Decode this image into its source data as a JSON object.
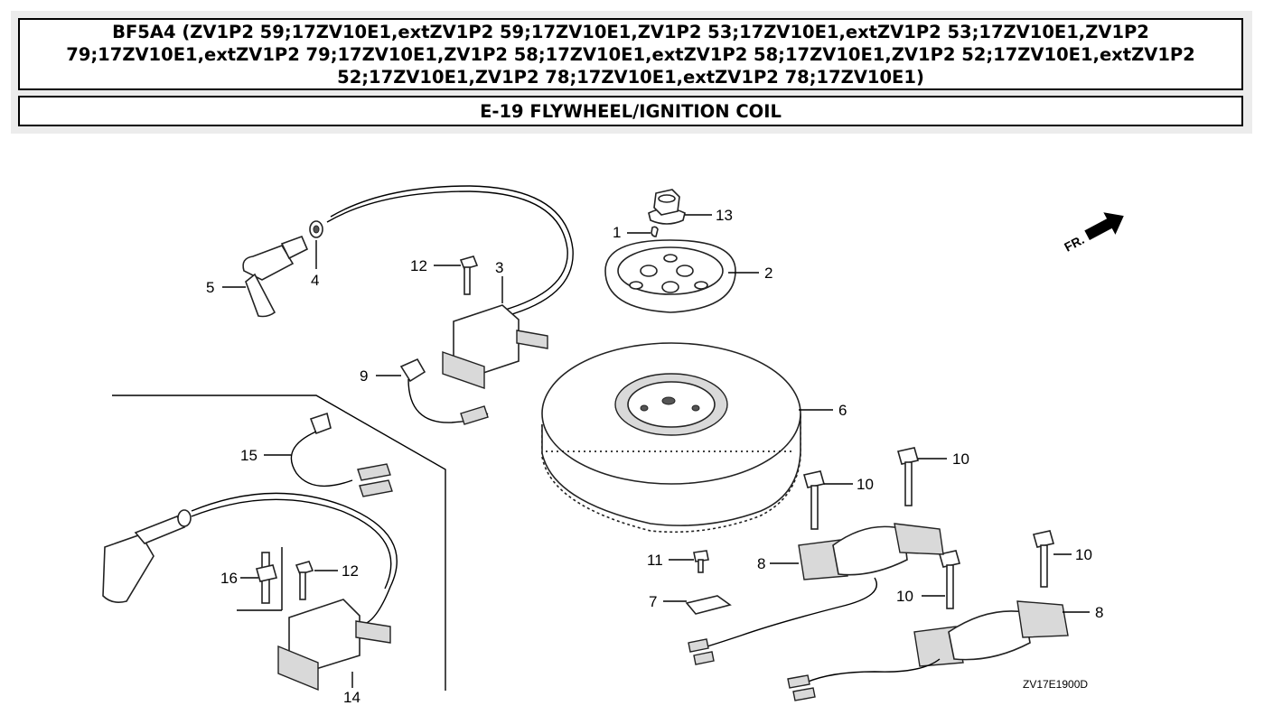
{
  "header": {
    "title": "BF5A4 (ZV1P2 59;17ZV10E1,extZV1P2 59;17ZV10E1,ZV1P2 53;17ZV10E1,extZV1P2 53;17ZV10E1,ZV1P2 79;17ZV10E1,extZV1P2 79;17ZV10E1,ZV1P2 58;17ZV10E1,extZV1P2 58;17ZV10E1,ZV1P2 52;17ZV10E1,extZV1P2 52;17ZV10E1,ZV1P2 78;17ZV10E1,extZV1P2 78;17ZV10E1)",
    "section": "E-19 FLYWHEEL/IGNITION COIL"
  },
  "diagram": {
    "direction_label": "FR.",
    "drawing_code": "ZV17E1900D",
    "callouts": {
      "c1": "1",
      "c2": "2",
      "c3": "3",
      "c4": "4",
      "c5": "5",
      "c6": "6",
      "c7": "7",
      "c8a": "8",
      "c8b": "8",
      "c9": "9",
      "c10a": "10",
      "c10b": "10",
      "c10c": "10",
      "c10d": "10",
      "c11": "11",
      "c12a": "12",
      "c12b": "12",
      "c13": "13",
      "c14": "14",
      "c15": "15",
      "c16": "16"
    }
  }
}
